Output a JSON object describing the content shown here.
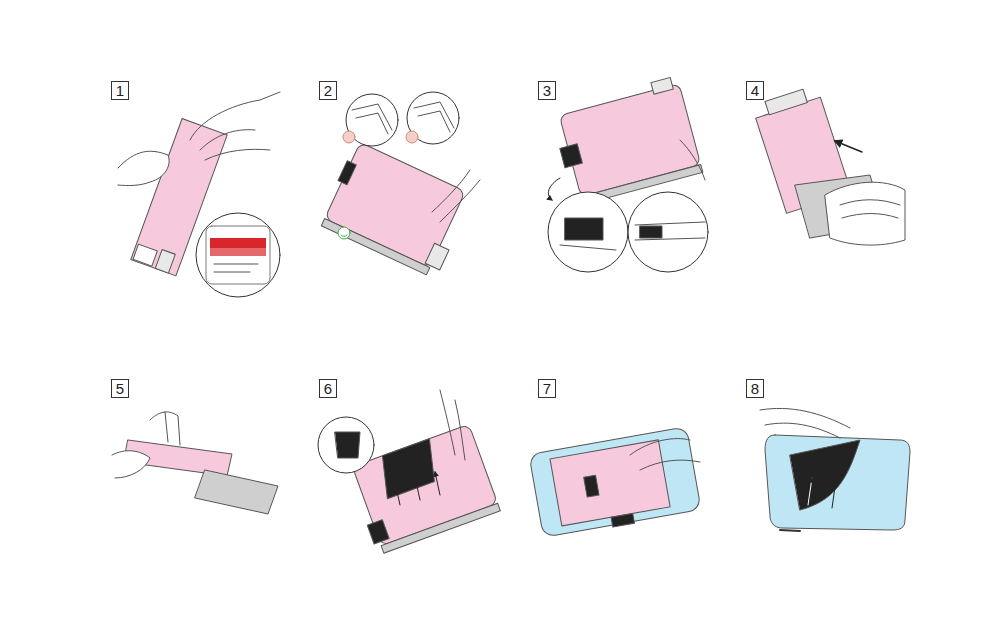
{
  "diagram": {
    "nodes": [
      {
        "text": [
          "1"
        ]
      },
      {
        "text": [
          "2"
        ]
      },
      {
        "text": [
          "3"
        ]
      },
      {
        "text": [
          "4"
        ]
      },
      {
        "text": [
          "5"
        ]
      },
      {
        "text": [
          "6"
        ]
      },
      {
        "text": [
          "7"
        ]
      },
      {
        "text": [
          "8"
        ]
      }
    ]
  }
}
